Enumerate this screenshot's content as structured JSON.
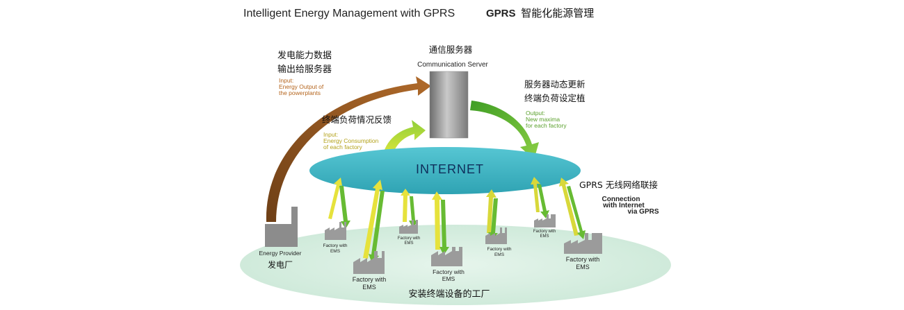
{
  "title_en": "Intelligent Energy Management with GPRS",
  "title_cn_prefix": "GPRS",
  "title_cn_suffix": "智能化能源管理",
  "server": {
    "cn_label": "通信服务器",
    "en_label": "Communication Server"
  },
  "internet_label": "INTERNET",
  "energy_output": {
    "cn_line1": "发电能力数据",
    "cn_line2": "输出给服务器",
    "en_line1": "Input:",
    "en_line2": "Energy Output of",
    "en_line3": "the powerplants"
  },
  "consumption": {
    "cn_label": "终端负荷情况反馈",
    "en_line1": "Input:",
    "en_line2": "Energy Consumption",
    "en_line3": "of each factory"
  },
  "update": {
    "cn_line1": "服务器动态更新",
    "cn_line2": "终端负荷设定植",
    "en_line1": "Output:",
    "en_line2": "New maxima",
    "en_line3": "for each factory"
  },
  "gprs_connection": {
    "cn_label": "GPRS 无线网络联接",
    "en_line1": "Connection",
    "en_line2": "with Internet",
    "en_line3": "via GPRS"
  },
  "energy_provider": {
    "en_label": "Energy Provider",
    "cn_label": "发电厂"
  },
  "factories": {
    "label_line1": "Factory with",
    "label_line2": "EMS"
  },
  "factory_cn_label": "安装终端设备的工厂",
  "colors": {
    "ellipse_fill": "#3fb6c4",
    "ground_fill": "#d6eee0",
    "brown_arrow": "#9a5a22",
    "green_arrow": "#5cb82e",
    "yellow_arrow": "#e8e03a",
    "server_gray": "#9a9a9a"
  }
}
